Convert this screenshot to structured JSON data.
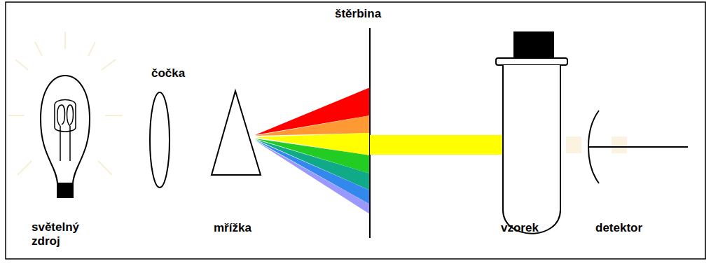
{
  "diagram": {
    "labels": [
      "štěrbina",
      "čočka",
      "světelný zdroj",
      "mřížka",
      "vzorek",
      "detektor"
    ]
  }
}
